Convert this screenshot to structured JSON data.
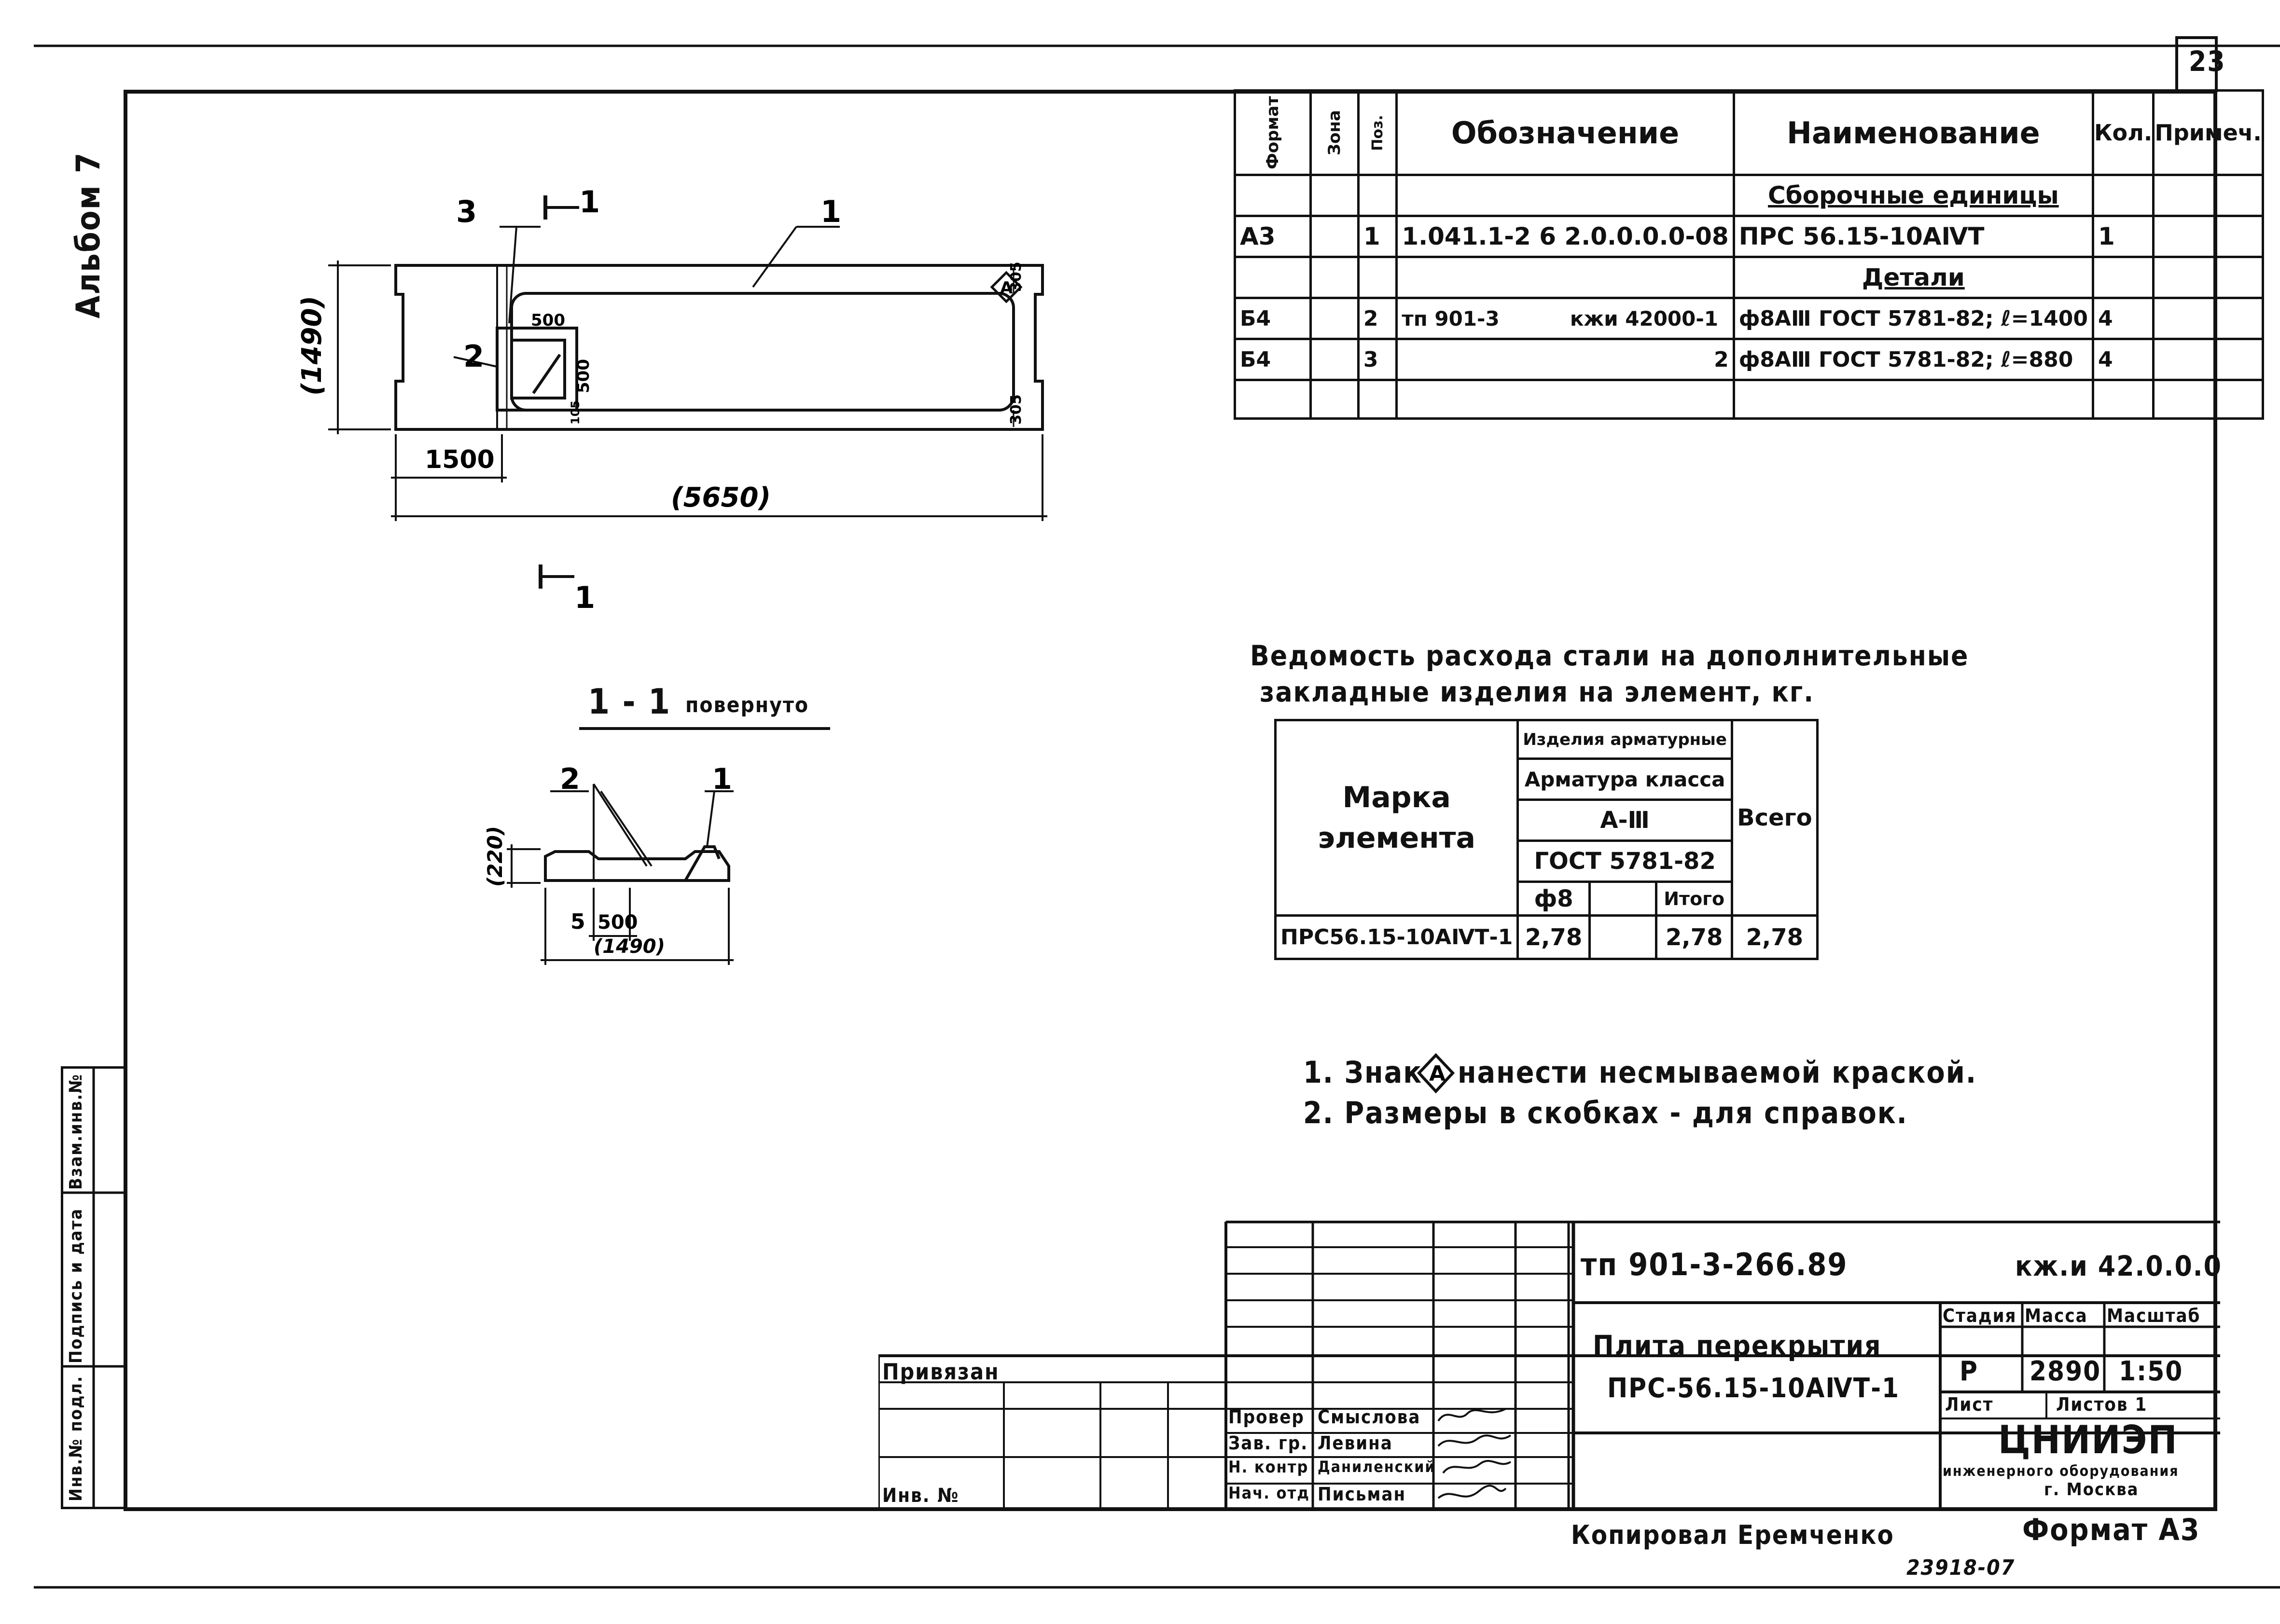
{
  "sheet": {
    "number": "23",
    "album": "Альбом 7",
    "copied_by": "Копировал Еремченко",
    "format": "Формат А3",
    "inventory_stamp": "23918-07"
  },
  "side_stamp": {
    "cols": [
      "Инв.№ подл.",
      "Подпись и дата",
      "Взам.инв.№"
    ]
  },
  "spec_table": {
    "headers": {
      "format": "Формат",
      "zone": "Зона",
      "pos": "Поз.",
      "designation": "Обозначение",
      "name": "Наименование",
      "qty": "Кол.",
      "note": "Примеч."
    },
    "section_assembly": "Сборочные единицы",
    "section_details": "Детали",
    "rows": [
      {
        "format": "А3",
        "zone": "",
        "pos": "1",
        "designation": "1.041.1-2 6  2.0.0.0.0-08",
        "name": "ПРС 56.15-10АⅣТ",
        "qty": "1",
        "note": ""
      },
      {
        "format": "Б4",
        "zone": "",
        "pos": "2",
        "designation": "тп 901-3          кжи 42000-1",
        "name": "ф8АⅢ ГОСТ 5781-82; ℓ=1400",
        "qty": "4",
        "note": ""
      },
      {
        "format": "Б4",
        "zone": "",
        "pos": "3",
        "designation": "2",
        "name": "ф8АⅢ ГОСТ 5781-82; ℓ=880",
        "qty": "4",
        "note": ""
      }
    ]
  },
  "plan_view": {
    "dims": {
      "width_total": "(5650)",
      "width_part": "1500",
      "height_total": "(1490)",
      "edge_top": "305",
      "edge_bottom": "305",
      "opening_w": "500",
      "opening_h": "500",
      "small": "105"
    },
    "callouts": [
      "3",
      "1",
      "2"
    ],
    "section_marks": [
      "1",
      "1"
    ],
    "mark_symbol": "А"
  },
  "section_view": {
    "title": "1 - 1",
    "subtitle": "повернуто",
    "dims": {
      "height": "(220)",
      "offset": "5",
      "w500": "500",
      "total": "(1490)"
    },
    "callouts": [
      "2",
      "1"
    ]
  },
  "steel_table": {
    "title_line1": "Ведомость расхода стали на дополнительные",
    "title_line2": "закладные изделия на элемент, кг.",
    "headers": {
      "mark": "Марка элемента",
      "products": "Изделия арматурные",
      "rebar_class": "Арматура класса",
      "class": "А-Ⅲ",
      "gost": "ГОСТ 5781-82",
      "d8": "ф8",
      "empty": "",
      "subtotal": "Итого",
      "total": "Всего"
    },
    "row": {
      "mark": "ПРС56.15-10АⅣТ-1",
      "d8": "2,78",
      "empty": "",
      "subtotal": "2,78",
      "total": "2,78"
    }
  },
  "notes": [
    "1. Знак",
    "нанести несмываемой краской.",
    "2. Размеры в скобках - для справок."
  ],
  "note_symbol": "А",
  "title_block": {
    "code": "тп 901-3-266.89",
    "doc": "кж.и 42.0.0.0",
    "title_line1": "Плита перекрытия",
    "title_line2": "ПРС-56.15-10АⅣТ-1",
    "headers": {
      "stage": "Стадия",
      "mass": "Масса",
      "scale": "Масштаб",
      "sheet": "Лист",
      "sheets": "Листов 1"
    },
    "values": {
      "stage": "Р",
      "mass": "2890",
      "scale": "1:50"
    },
    "org_line1": "ЦНИИЭП",
    "org_line2": "инженерного оборудования",
    "org_line3": "г. Москва",
    "bound_label": "Привязан",
    "inv_label": "Инв. №",
    "people": [
      {
        "role": "Провер",
        "name": "Смыслова"
      },
      {
        "role": "Зав. гр.",
        "name": "Левина"
      },
      {
        "role": "Н. контр",
        "name": "Даниленский"
      },
      {
        "role": "Нач. отд",
        "name": "Письман"
      }
    ]
  }
}
